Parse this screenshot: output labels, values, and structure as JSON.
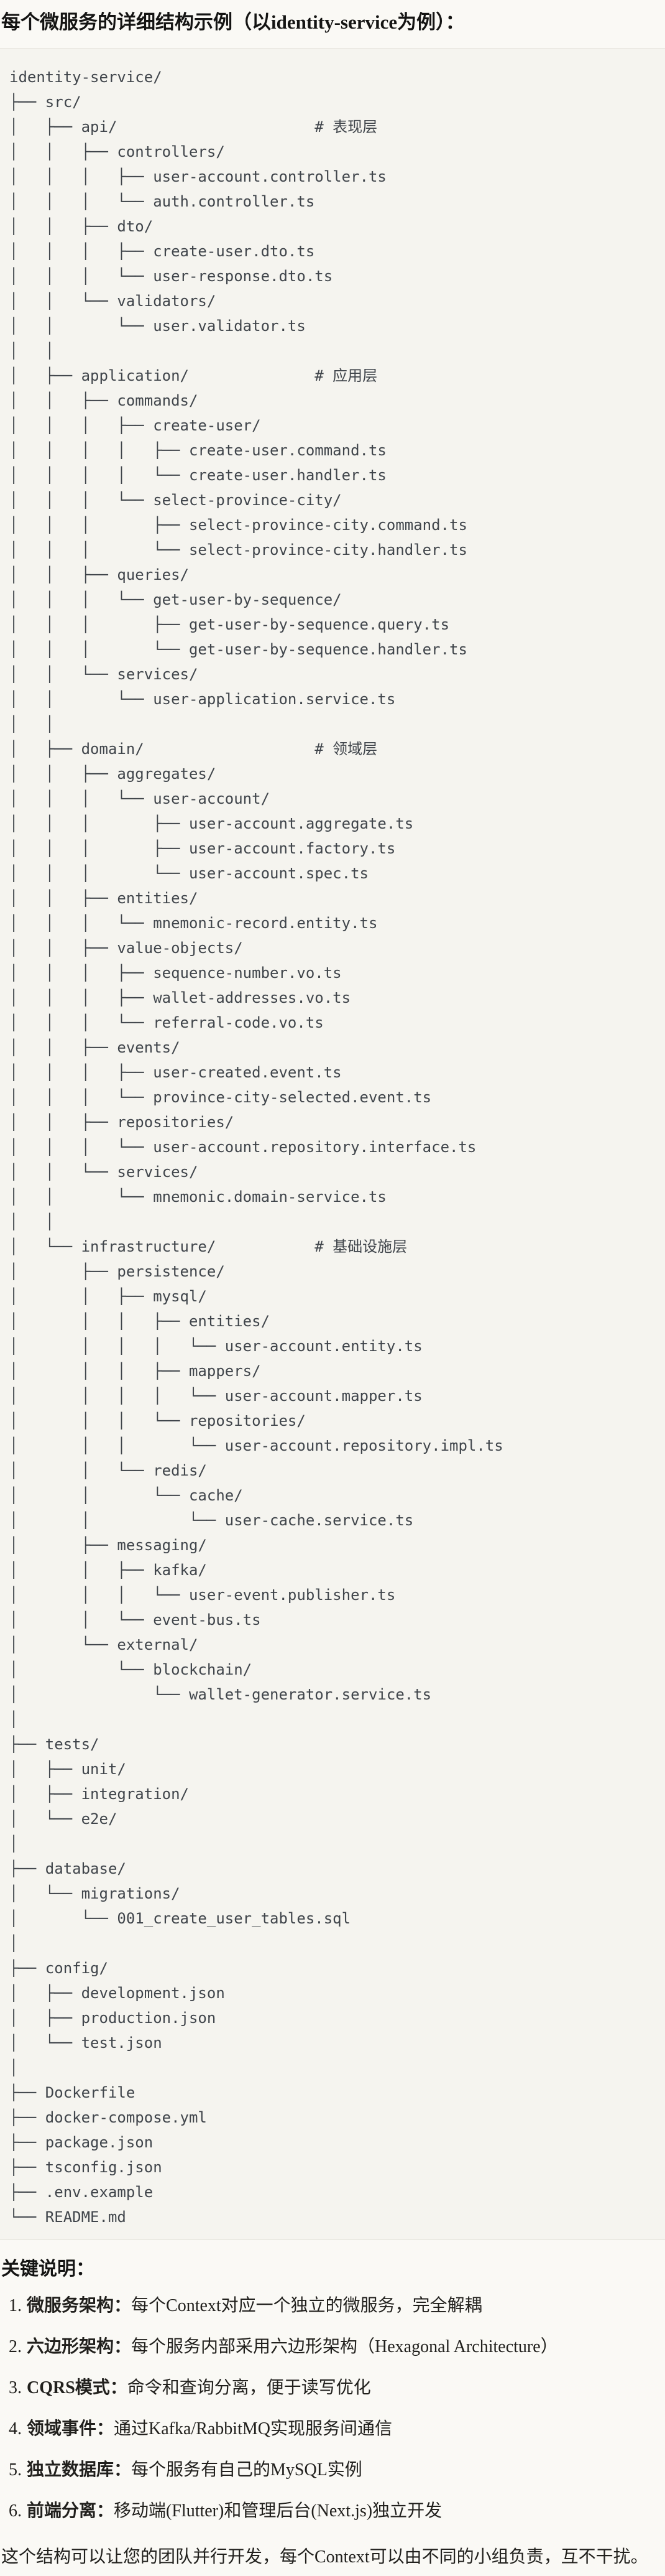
{
  "title": "每个微服务的详细结构示例（以identity-service为例）：",
  "tree_text": "identity-service/\n├── src/\n│   ├── api/                      # 表现层\n│   │   ├── controllers/\n│   │   │   ├── user-account.controller.ts\n│   │   │   └── auth.controller.ts\n│   │   ├── dto/\n│   │   │   ├── create-user.dto.ts\n│   │   │   └── user-response.dto.ts\n│   │   └── validators/\n│   │       └── user.validator.ts\n│   │\n│   ├── application/              # 应用层\n│   │   ├── commands/\n│   │   │   ├── create-user/\n│   │   │   │   ├── create-user.command.ts\n│   │   │   │   └── create-user.handler.ts\n│   │   │   └── select-province-city/\n│   │   │       ├── select-province-city.command.ts\n│   │   │       └── select-province-city.handler.ts\n│   │   ├── queries/\n│   │   │   └── get-user-by-sequence/\n│   │   │       ├── get-user-by-sequence.query.ts\n│   │   │       └── get-user-by-sequence.handler.ts\n│   │   └── services/\n│   │       └── user-application.service.ts\n│   │\n│   ├── domain/                   # 领域层\n│   │   ├── aggregates/\n│   │   │   └── user-account/\n│   │   │       ├── user-account.aggregate.ts\n│   │   │       ├── user-account.factory.ts\n│   │   │       └── user-account.spec.ts\n│   │   ├── entities/\n│   │   │   └── mnemonic-record.entity.ts\n│   │   ├── value-objects/\n│   │   │   ├── sequence-number.vo.ts\n│   │   │   ├── wallet-addresses.vo.ts\n│   │   │   └── referral-code.vo.ts\n│   │   ├── events/\n│   │   │   ├── user-created.event.ts\n│   │   │   └── province-city-selected.event.ts\n│   │   ├── repositories/\n│   │   │   └── user-account.repository.interface.ts\n│   │   └── services/\n│   │       └── mnemonic.domain-service.ts\n│   │\n│   └── infrastructure/           # 基础设施层\n│       ├── persistence/\n│       │   ├── mysql/\n│       │   │   ├── entities/\n│       │   │   │   └── user-account.entity.ts\n│       │   │   ├── mappers/\n│       │   │   │   └── user-account.mapper.ts\n│       │   │   └── repositories/\n│       │   │       └── user-account.repository.impl.ts\n│       │   └── redis/\n│       │       └── cache/\n│       │           └── user-cache.service.ts\n│       ├── messaging/\n│       │   ├── kafka/\n│       │   │   └── user-event.publisher.ts\n│       │   └── event-bus.ts\n│       └── external/\n│           └── blockchain/\n│               └── wallet-generator.service.ts\n│\n├── tests/\n│   ├── unit/\n│   ├── integration/\n│   └── e2e/\n│\n├── database/\n│   └── migrations/\n│       └── 001_create_user_tables.sql\n│\n├── config/\n│   ├── development.json\n│   ├── production.json\n│   └── test.json\n│\n├── Dockerfile\n├── docker-compose.yml\n├── package.json\n├── tsconfig.json\n├── .env.example\n└── README.md",
  "notes_heading": "关键说明：",
  "notes": [
    {
      "num": "1.",
      "label": "微服务架构：",
      "text": "每个Context对应一个独立的微服务，完全解耦"
    },
    {
      "num": "2.",
      "label": "六边形架构：",
      "text": "每个服务内部采用六边形架构（Hexagonal Architecture）"
    },
    {
      "num": "3.",
      "label": "CQRS模式：",
      "text": "命令和查询分离，便于读写优化"
    },
    {
      "num": "4.",
      "label": "领域事件：",
      "text": "通过Kafka/RabbitMQ实现服务间通信"
    },
    {
      "num": "5.",
      "label": "独立数据库：",
      "text": "每个服务有自己的MySQL实例"
    },
    {
      "num": "6.",
      "label": "前端分离：",
      "text": "移动端(Flutter)和管理后台(Next.js)独立开发"
    }
  ],
  "footer": "这个结构可以让您的团队并行开发，每个Context可以由不同的小组负责，互不干扰。"
}
